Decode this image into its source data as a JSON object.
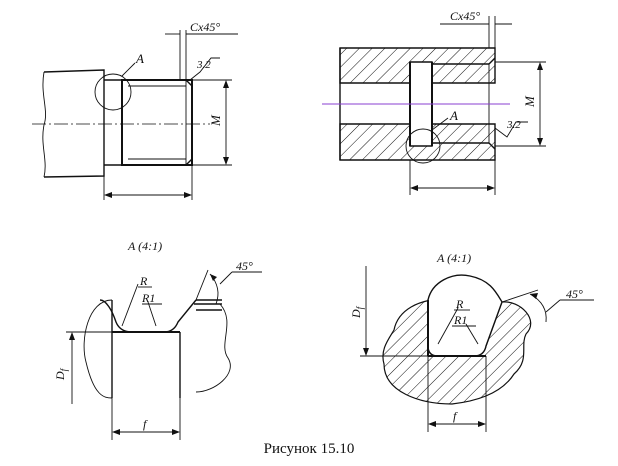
{
  "caption": "Рисунок 15.10",
  "labels": {
    "chamfer": "Cx45°",
    "view_letter": "A",
    "roughness": "3.2",
    "thread_dim": "M",
    "detail_title": "A (4:1)",
    "radius": "R",
    "radius_one": "R1",
    "angle": "45°",
    "width": "f",
    "diameter": "D",
    "diameter_sub": "f"
  },
  "colors": {
    "line": "#111111",
    "hatch": "#111111",
    "axis_accent": "#8a3fd1"
  }
}
